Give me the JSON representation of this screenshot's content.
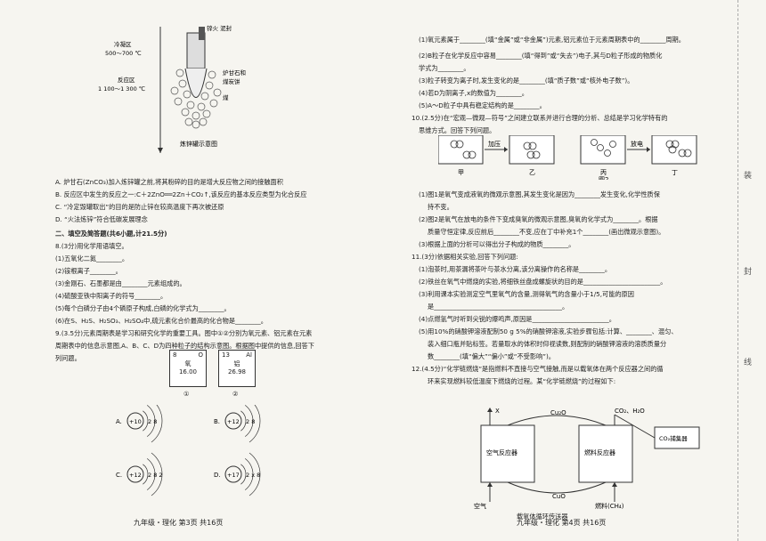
{
  "left": {
    "diagram": {
      "labels": [
        "锌火 泥封",
        "冷凝区",
        "500～700 ℃",
        "反应区",
        "1 100～1 300 ℃",
        "炉甘石和",
        "煤炭饼",
        "煤"
      ],
      "caption": "炼锌罐示意图"
    },
    "lines": [
      "A. 炉甘石(ZnCO₃)加入炼锌罐之前,将其粉碎的目的是增大反应物之间的接触面积",
      "B. 反应区中发生的反应之一:C＋2ZnO══2Zn＋CO₂↑,该反应的基本反应类型为化合反应",
      "C. “冷定毁罐取出”的目的是防止锌在较高温度下再次被还原",
      "D. “火法炼锌”符合低碳发展理念",
      "二、填空及简答题(共6小题,计21.5分)",
      "8.(3分)用化学用语填空。",
      "(1)五氧化二氮________。",
      "(2)铵根离子________。",
      "(3)金刚石、石墨都是由________元素组成的。",
      "(4)硫酸亚铁中阳离子的符号________。",
      "(5)每个白磷分子由4个磷原子构成,白磷的化学式为________。",
      "(6)在S、H₂S、H₂SO₃、H₂SO₄中,硫元素化合价最高的化合物是________。",
      "9.(3.5分)元素周期表是学习和研究化学的重要工具。图中①②分别为氧元素、铝元素在元素",
      "周期表中的信息示意图,A、B、C、D为四种粒子的结构示意图。根据图中提供的信息,回答下",
      "列问题。"
    ],
    "elements": [
      {
        "number": "8",
        "symbol": "O",
        "name": "氧",
        "mass": "16.00",
        "index": "①"
      },
      {
        "number": "13",
        "symbol": "Al",
        "name": "铝",
        "mass": "26.98",
        "index": "②"
      }
    ],
    "atoms": [
      {
        "label": "A.",
        "nucleus": "+10",
        "shells": "2  8"
      },
      {
        "label": "B.",
        "nucleus": "+12",
        "shells": "2  8"
      },
      {
        "label": "C.",
        "nucleus": "+12",
        "shells": "2  8  2"
      },
      {
        "label": "D.",
        "nucleus": "+17",
        "shells": "2  x  8"
      }
    ],
    "footer": "九年级・理化    第3页    共16页"
  },
  "right": {
    "lines": [
      "(1)氧元素属于________(填“金属”或“非金属”)元素,铝元素位于元素周期表中的________周期。",
      "(2)B粒子在化学反应中容易________(填“得到”或“失去”)电子,其与D粒子形成的物质化",
      "学式为________。",
      "(3)粒子转变为离子时,发生变化的是________(填“质子数”或“核外电子数”)。",
      "(4)若D为阴离子,x的数值为________。",
      "(5)A～D粒子中具有稳定结构的是________。",
      "10.(2.5分)在“宏观—微观—符号”之间建立联系并进行合理的分析、总结是学习化学特有的",
      "思维方式。回答下列问题。"
    ],
    "fig_labels": {
      "a": "甲",
      "b": "乙",
      "c": "丙",
      "d": "丁",
      "arrow1": "加压",
      "arrow2": "放电",
      "fig2": "图2"
    },
    "lines2": [
      "(1)图1是氧气变成液氧的微观示意图,其发生变化是因为________发生变化,化学性质保",
      "持不变。",
      "(2)图2是氧气在放电的条件下变成臭氧的微观示意图,臭氧的化学式为________。根据",
      "质量守恒定律,反应前后________不变,应在丁中补充1个________(画出微观示意图)。",
      "(3)根据上面的分析可以得出分子构成的物质________。",
      "11.(3分)依据相关实验,回答下列问题:",
      "(1)泡茶时,用茶漏将茶叶与茶水分离,该分离操作的名称是________。",
      "(2)铁丝在氧气中燃烧的实验,将细铁丝盘成螺旋状的目的是________________________。",
      "(3)利用课本实验测定空气里氧气的含量,测得氧气的含量小于1/5,可能的原因",
      "是________________________________________。",
      "(4)点燃氢气时听到尖锐的爆鸣声,原因是________________________。",
      "(5)用10%的硝酸钾溶液配制50 g 5%的硝酸钾溶液,实验步骤包括:计算、________、混匀、",
      "装入细口瓶并贴标签。若量取水的体积时仰视读数,则配制的硝酸钾溶液的溶质质量分",
      "数________(填“偏大”“偏小”或“不受影响”)。",
      "12.(4.5分)“化学链燃烧”是指燃料不直接与空气接触,而是以载氧体在两个反应器之间的循",
      "环来实现燃料较低温度下燃烧的过程。某“化学链燃烧”的过程如下:"
    ],
    "chem": {
      "x": "X",
      "cu2o": "Cu₂O",
      "co2h2o": "CO₂、H₂O",
      "collector": "CO₂捕集器",
      "air_reactor": "空气反应器",
      "fuel_reactor": "燃料反应器",
      "cuo": "CuO",
      "air": "空气",
      "fuel": "燃料(CH₄)",
      "caption": "载氧体循环传送器"
    },
    "footer": "九年级・理化    第4页    共16页"
  },
  "binding": [
    "装",
    "封",
    "线"
  ]
}
